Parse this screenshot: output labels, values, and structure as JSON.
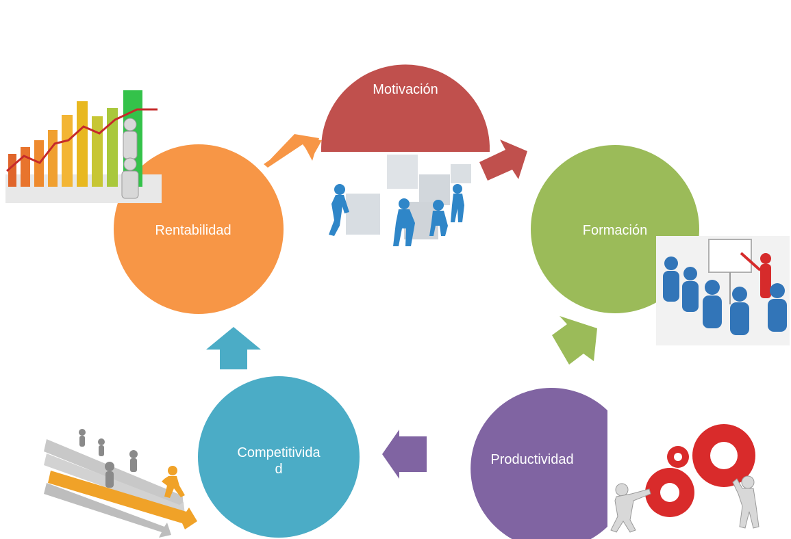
{
  "diagram": {
    "nodes": [
      {
        "id": "motivacion",
        "label": "Motivación",
        "color": "#c0504d"
      },
      {
        "id": "formacion",
        "label": "Formación",
        "color": "#9bbb59"
      },
      {
        "id": "productividad",
        "label": "Productividad",
        "color": "#8064a2"
      },
      {
        "id": "competitividad",
        "label": "Competitivida\nd",
        "color": "#4bacc6"
      },
      {
        "id": "rentabilidad",
        "label": "Rentabilidad",
        "color": "#f79646"
      }
    ],
    "cycle": [
      "motivacion",
      "formacion",
      "productividad",
      "competitividad",
      "rentabilidad"
    ],
    "illustrations": [
      {
        "node": "rentabilidad",
        "icon": "rising-bar-chart-figures-icon"
      },
      {
        "node": "motivacion",
        "icon": "puzzle-teamwork-figures-icon"
      },
      {
        "node": "formacion",
        "icon": "classroom-presentation-icon"
      },
      {
        "node": "productividad",
        "icon": "gears-pushing-figures-icon"
      },
      {
        "node": "competitividad",
        "icon": "runners-race-arrows-icon"
      }
    ]
  }
}
